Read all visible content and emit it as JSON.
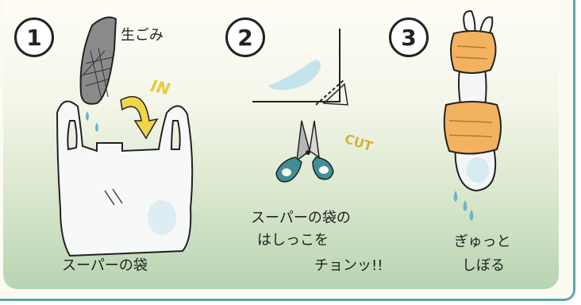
{
  "steps": [
    {
      "number": "1",
      "label_garbage": "生ごみ",
      "label_in": "IN",
      "caption": "スーパーの袋"
    },
    {
      "number": "2",
      "label_cut": "CUT",
      "caption_lines": [
        "スーパーの袋の",
        "はしっこを",
        "チョンッ!!"
      ]
    },
    {
      "number": "3",
      "caption_lines": [
        "ぎゅっと",
        "しぼる"
      ]
    }
  ],
  "colors": {
    "panel_top": "#fffdf6",
    "panel_bottom": "#b9d4b2",
    "border": "#5fa5a9",
    "accent_yellow": "#f0d44a",
    "hand_orange": "#f3b25f",
    "water_blue": "#6fb3c9",
    "scissors_teal": "#3f8f95"
  }
}
